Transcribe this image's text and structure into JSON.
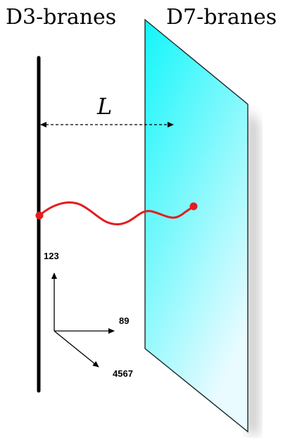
{
  "labels": {
    "d3_branes": "D3-branes",
    "d7_branes": "D7-branes",
    "separation": "L",
    "axis_123": "123",
    "axis_89": "89",
    "axis_4567": "4567"
  },
  "colors": {
    "d7_fill_top": "#12f6fa",
    "d7_fill_bottom": "#e9fbff",
    "d7_edge": "#1b2a2e",
    "d3_line": "#000000",
    "string": "#e31d1d",
    "endpoints": "#e31d1d",
    "arrow": "#000000"
  }
}
